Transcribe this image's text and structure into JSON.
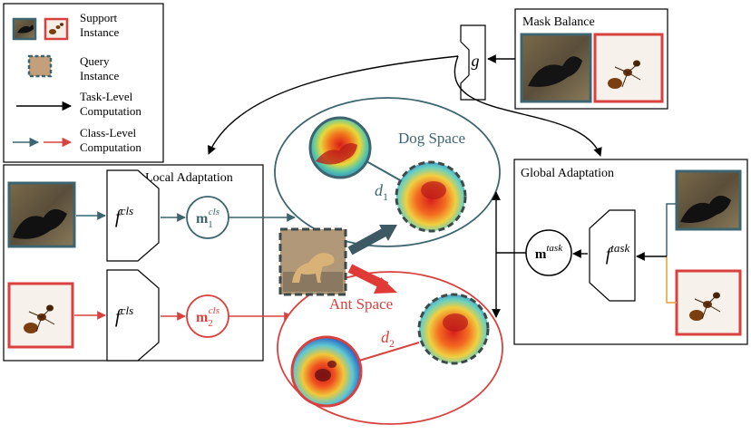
{
  "legend": {
    "support_instance": "Support\nInstance",
    "query_instance": "Query\nInstance",
    "task_level": "Task-Level\nComputation",
    "class_level": "Class-Level\nComputation"
  },
  "mask_balance": {
    "title": "Mask Balance",
    "g_label": "g"
  },
  "local_adaptation": {
    "title": "Local Adaptation",
    "f_main": "f",
    "f_sup": "cls",
    "m1_main": "m",
    "m1_sub": "1",
    "m1_sup": "cls",
    "m2_main": "m",
    "m2_sub": "2",
    "m2_sup": "cls"
  },
  "global_adaptation": {
    "title": "Global Adaptation",
    "f_main": "f",
    "f_sup": "task",
    "m_main": "m",
    "m_sup": "task"
  },
  "spaces": {
    "dog": "Dog Space",
    "ant": "Ant Space",
    "d1_main": "d",
    "d1_sub": "1",
    "d2_main": "d",
    "d2_sub": "2"
  },
  "colors": {
    "class_dog": "#3d6570",
    "class_ant": "#d9413e",
    "task": "#000000"
  }
}
